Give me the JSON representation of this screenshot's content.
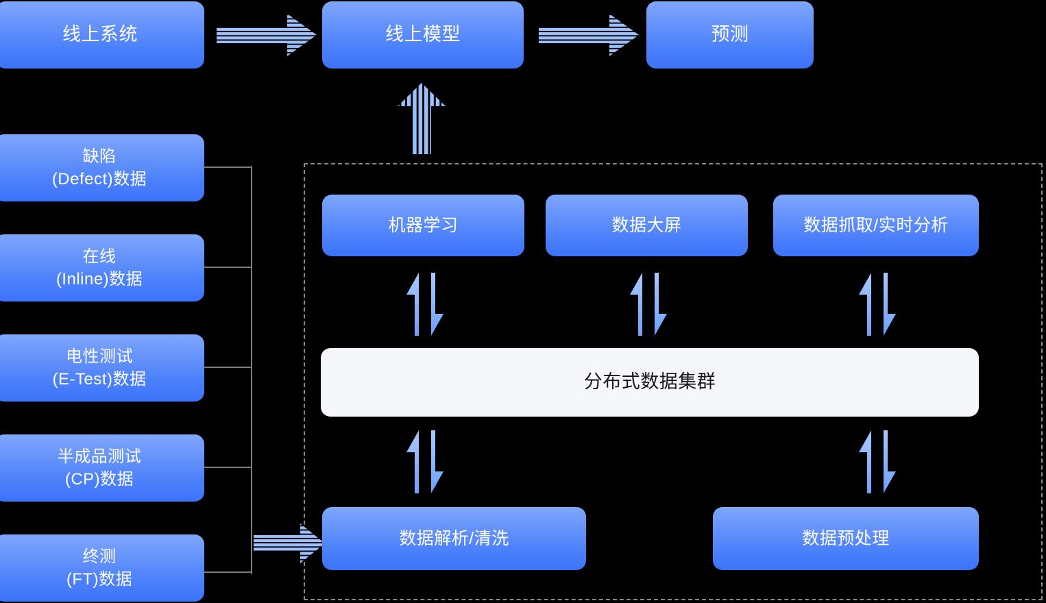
{
  "diagram": {
    "title_flow": "线上系统 → 线上模型 → 预测",
    "accent_blue": "#4a7ffb",
    "accent_blue_light": "#7fa6fb",
    "arrow_fill": "#9cc0fd",
    "arrow_stroke": "#4a7ffb",
    "panel_bg": "#f6f7fa",
    "dashed_color": "#8a8a8a",
    "bracket_color": "#7d7d7d",
    "background": "#000000"
  },
  "top_row": [
    {
      "id": "online-system",
      "line1": "线上系统",
      "line2": ""
    },
    {
      "id": "online-model",
      "line1": "线上模型",
      "line2": ""
    },
    {
      "id": "prediction",
      "line1": "预测",
      "line2": ""
    }
  ],
  "data_sources": [
    {
      "id": "defect",
      "line1": "缺陷",
      "line2": "(Defect)数据"
    },
    {
      "id": "inline",
      "line1": "在线",
      "line2": "(Inline)数据"
    },
    {
      "id": "etest",
      "line1": "电性测试",
      "line2": "(E-Test)数据"
    },
    {
      "id": "cp",
      "line1": "半成品测试",
      "line2": "(CP)数据"
    },
    {
      "id": "ft",
      "line1": "终测",
      "line2": "(FT)数据"
    }
  ],
  "platform": {
    "apps": [
      {
        "id": "machine-learning",
        "label": "机器学习"
      },
      {
        "id": "data-dashboard",
        "label": "数据大屏"
      },
      {
        "id": "data-capture",
        "label": "数据抓取/实时分析"
      }
    ],
    "cluster": {
      "id": "distributed-cluster",
      "label": "分布式数据集群"
    },
    "pipeline": [
      {
        "id": "data-parse-clean",
        "label": "数据解析/清洗"
      },
      {
        "id": "data-preprocess",
        "label": "数据预处理"
      }
    ]
  },
  "connectors": {
    "striped_right_arrows": 3,
    "striped_up_arrows": 1,
    "bidirectional_arrows": 5
  }
}
